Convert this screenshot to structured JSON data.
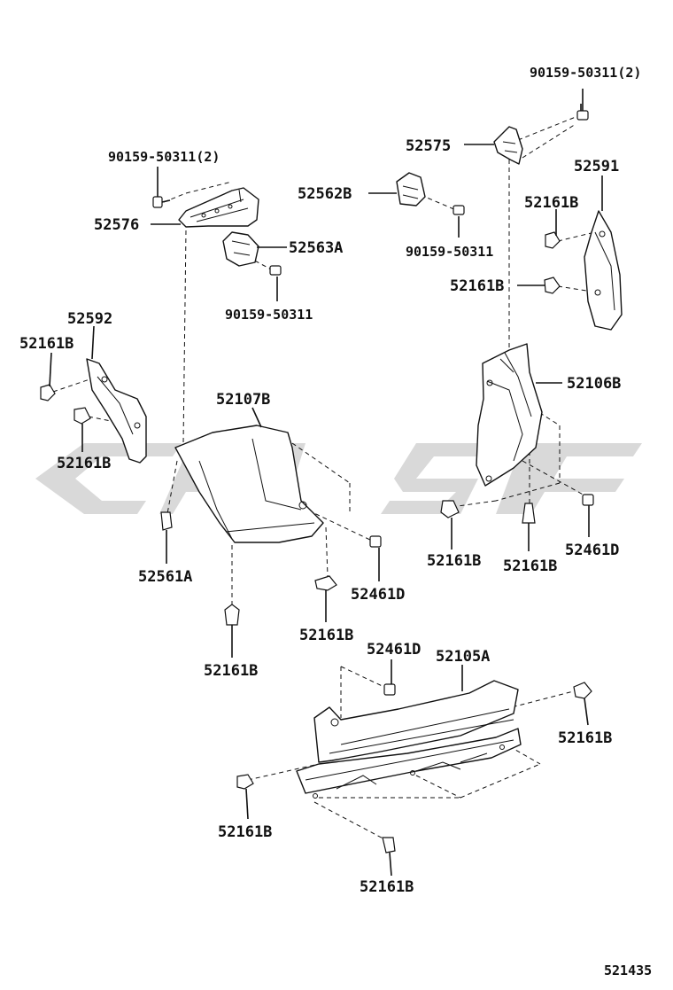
{
  "diagram": {
    "watermark_color": "#d9d9d9",
    "footer_code": "521435",
    "labels": {
      "l_9015950311_2_left": "90159-50311(2)",
      "l_52576": "52576",
      "l_52563A": "52563A",
      "l_9015950311_a": "90159-50311",
      "l_52562B": "52562B",
      "l_9015950311_b": "90159-50311",
      "l_52575": "52575",
      "l_9015950311_2_right": "90159-50311(2)",
      "l_52591": "52591",
      "l_52161B_r1": "52161B",
      "l_52161B_r2": "52161B",
      "l_52592": "52592",
      "l_52161B_l1": "52161B",
      "l_52161B_l2": "52161B",
      "l_52107B": "52107B",
      "l_52106B": "52106B",
      "l_52561A": "52561A",
      "l_52461D_c": "52461D",
      "l_52161B_c1": "52161B",
      "l_52161B_c2": "52161B",
      "l_52161B_rc1": "52161B",
      "l_52161B_rc2": "52161B",
      "l_52461D_r": "52461D",
      "l_52461D_b": "52461D",
      "l_52105A": "52105A",
      "l_52161B_b1": "52161B",
      "l_52161B_b2": "52161B",
      "l_52161B_b3": "52161B"
    }
  }
}
